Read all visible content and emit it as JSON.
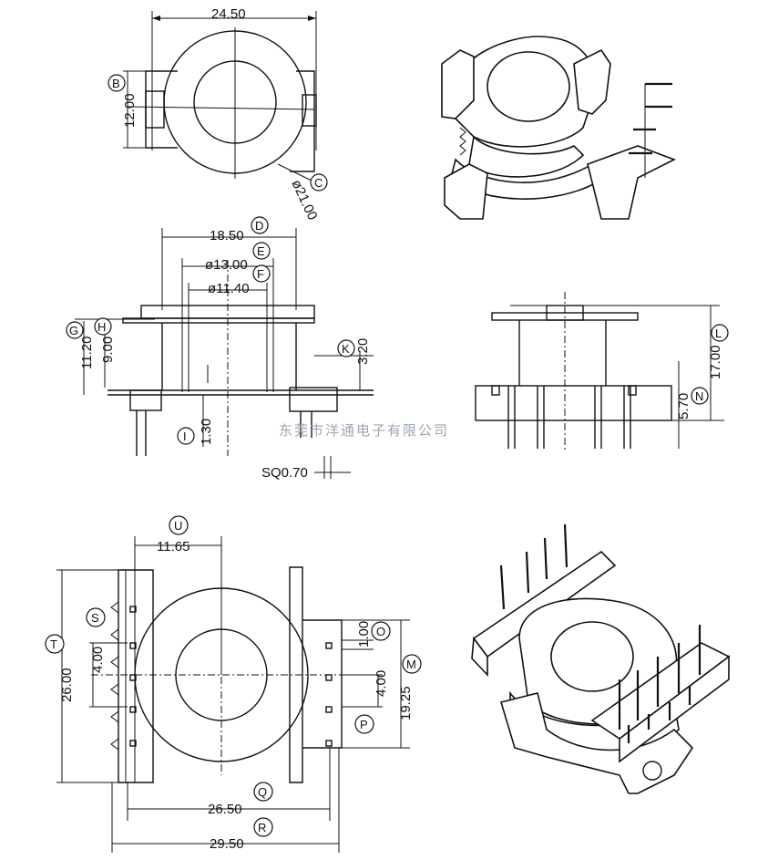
{
  "watermark": "东莞市洋通电子有限公司",
  "top_view": {
    "width_dim": "24.50",
    "height_dim": "12.00",
    "dia_dim": "ø21.00",
    "labels": [
      "B",
      "C"
    ]
  },
  "front_view": {
    "d_dim": "18.50",
    "e_dim": "ø13.00",
    "f_dim": "ø11.40",
    "g_dim": "11.20",
    "h_dim": "9.00",
    "k_dim": "3.20",
    "i_dim": "1.30",
    "pin_dim": "SQ0.70",
    "labels": [
      "D",
      "E",
      "F",
      "G",
      "H",
      "K",
      "I"
    ]
  },
  "side_view": {
    "l_dim": "17.00",
    "n_dim": "5.70",
    "labels": [
      "L",
      "N"
    ]
  },
  "bottom_view": {
    "u_dim": "11.65",
    "t_dim": "26.00",
    "s_dim": "4.00",
    "o_dim": "1.00",
    "p_dim": "4.00",
    "m_dim": "19.25",
    "q_dim": "26.50",
    "r_dim": "29.50",
    "labels": [
      "U",
      "T",
      "S",
      "O",
      "M",
      "P",
      "Q",
      "R"
    ]
  }
}
